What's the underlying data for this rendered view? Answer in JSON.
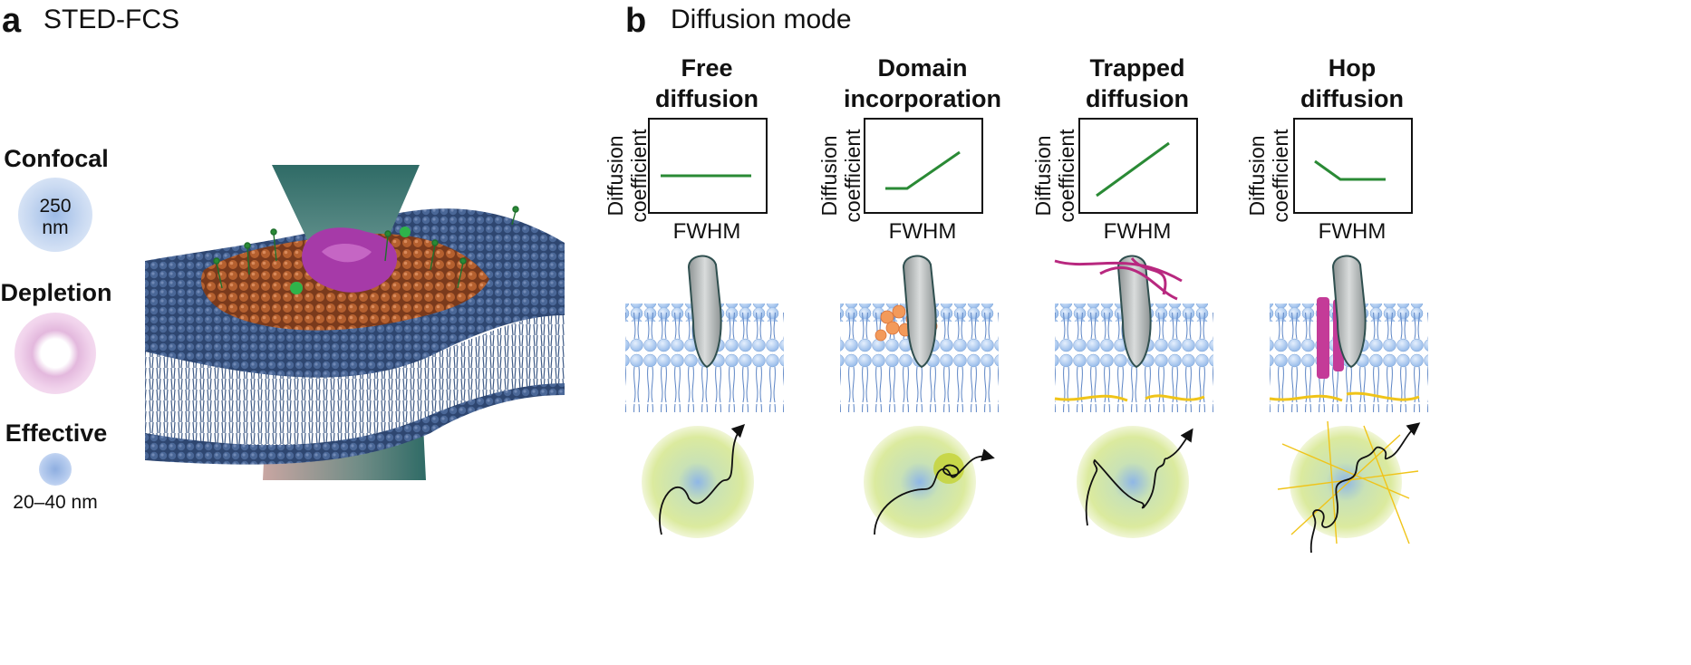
{
  "panel_a": {
    "letter": "a",
    "title": "STED-FCS",
    "spots": [
      {
        "label": "Confocal",
        "size_text": "250\nnm"
      },
      {
        "label": "Depletion"
      },
      {
        "label": "Effective",
        "size_text": "20–40 nm"
      }
    ]
  },
  "panel_b": {
    "letter": "b",
    "title": "Diffusion mode",
    "plot_ylabel_1": "Diffusion",
    "plot_ylabel_2": "coefficient",
    "plot_xlabel": "FWHM",
    "modes": [
      {
        "title_1": "Free",
        "title_2": "diffusion"
      },
      {
        "title_1": "Domain",
        "title_2": "incorporation"
      },
      {
        "title_1": "Trapped",
        "title_2": "diffusion"
      },
      {
        "title_1": "Hop",
        "title_2": "diffusion"
      }
    ]
  },
  "colors": {
    "line_green": "#2a8a35",
    "membrane_blue": "#3e5a86",
    "lipid_light_blue": "#9ec2ee",
    "raft_orange": "#b5602f",
    "protein_magenta": "#a63aa8",
    "cone_teal": "#2f6b66",
    "domain_orange": "#f39a5a",
    "actin_magenta": "#c43b98",
    "cortex_yellow": "#f0c419"
  }
}
